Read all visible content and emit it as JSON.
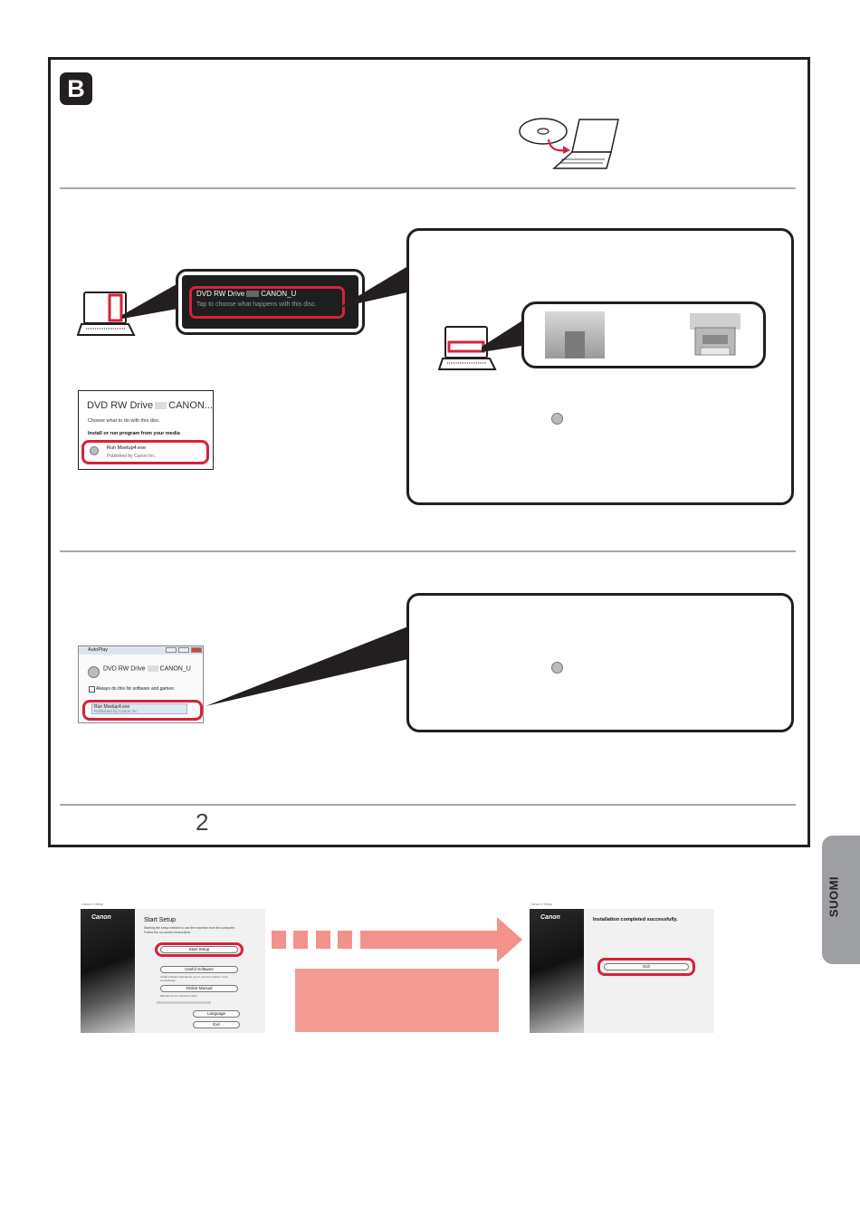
{
  "section": {
    "badge": "B",
    "step_number": "2"
  },
  "notification": {
    "drive_label": "DVD RW Drive",
    "volume_label": "CANON_U",
    "tap_text": "Tap to choose what happens with this disc."
  },
  "disc_dialog": {
    "drive_label": "DVD RW Drive",
    "volume_label": "CANON...",
    "choose_text": "Choose what to do with this disc.",
    "install_heading": "Install or run program from your media",
    "run_label": "Run Msetup4.exe",
    "publisher": "Published by Canon Inc."
  },
  "autoplay": {
    "title": "AutoPlay",
    "drive_label": "DVD RW Drive",
    "volume_label": "CANON_U",
    "always_label": "Always do this for software and games:",
    "run_label": "Run Msetup4.exe",
    "publisher": "Published by Canon Inc."
  },
  "start_screen": {
    "caption": "Canon IJ Setup",
    "logo": "Canon",
    "heading": "Start Setup",
    "description_line1": "Starting the setup needed to use the machine from the computer.",
    "description_line2": "Follow the on-screen instructions.",
    "start_button": "Start Setup",
    "useful_software": "Useful Software",
    "useful_note": "Install software that allows you to use the machine more conveniently.",
    "online_manual": "Online Manual",
    "manual_note": "Manual can be checked online.",
    "language": "Language",
    "exit": "Exit"
  },
  "complete_screen": {
    "caption": "Canon IJ Setup",
    "logo": "Canon",
    "message": "Installation completed successfully.",
    "exit_button": "Exit"
  },
  "side_tab": {
    "language": "SUOMI"
  },
  "colors": {
    "highlight_red": "#d6223b",
    "arrow_pink": "#f2928a",
    "note_pink": "#f49b93",
    "tab_gray": "#9d9fa2"
  }
}
